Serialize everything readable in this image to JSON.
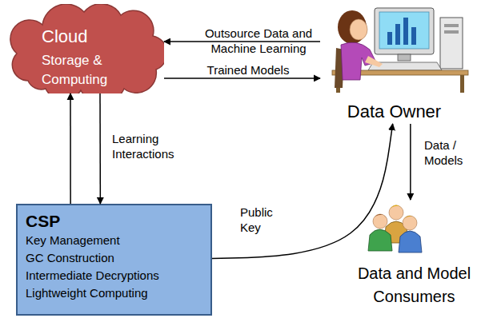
{
  "diagram": {
    "nodes": [
      {
        "text": [
          "Cloud",
          "Storage & Computing"
        ]
      },
      {
        "text": [
          "Data Owner"
        ]
      },
      {
        "text": [
          "CSP",
          "Key Management",
          "GC Construction",
          "Intermediate Decryptions",
          "Lightweight Computing"
        ]
      },
      {
        "text": [
          "Data and Model Consumers"
        ]
      }
    ],
    "edges": [
      {
        "from": 1,
        "to": 0,
        "label": "Outsource Data and Machine Learning",
        "arrow": "to"
      },
      {
        "from": 0,
        "to": 1,
        "label": "Trained Models",
        "arrow": "to"
      },
      {
        "from": 2,
        "to": 0,
        "arrow": "to"
      },
      {
        "from": 0,
        "to": 2,
        "label": "Learning Interactions",
        "arrow": "to"
      },
      {
        "from": 2,
        "to": 1,
        "label": "Public Key",
        "arrow": "to"
      },
      {
        "from": 1,
        "to": 3,
        "label": "Data / Models",
        "arrow": "to"
      }
    ]
  }
}
